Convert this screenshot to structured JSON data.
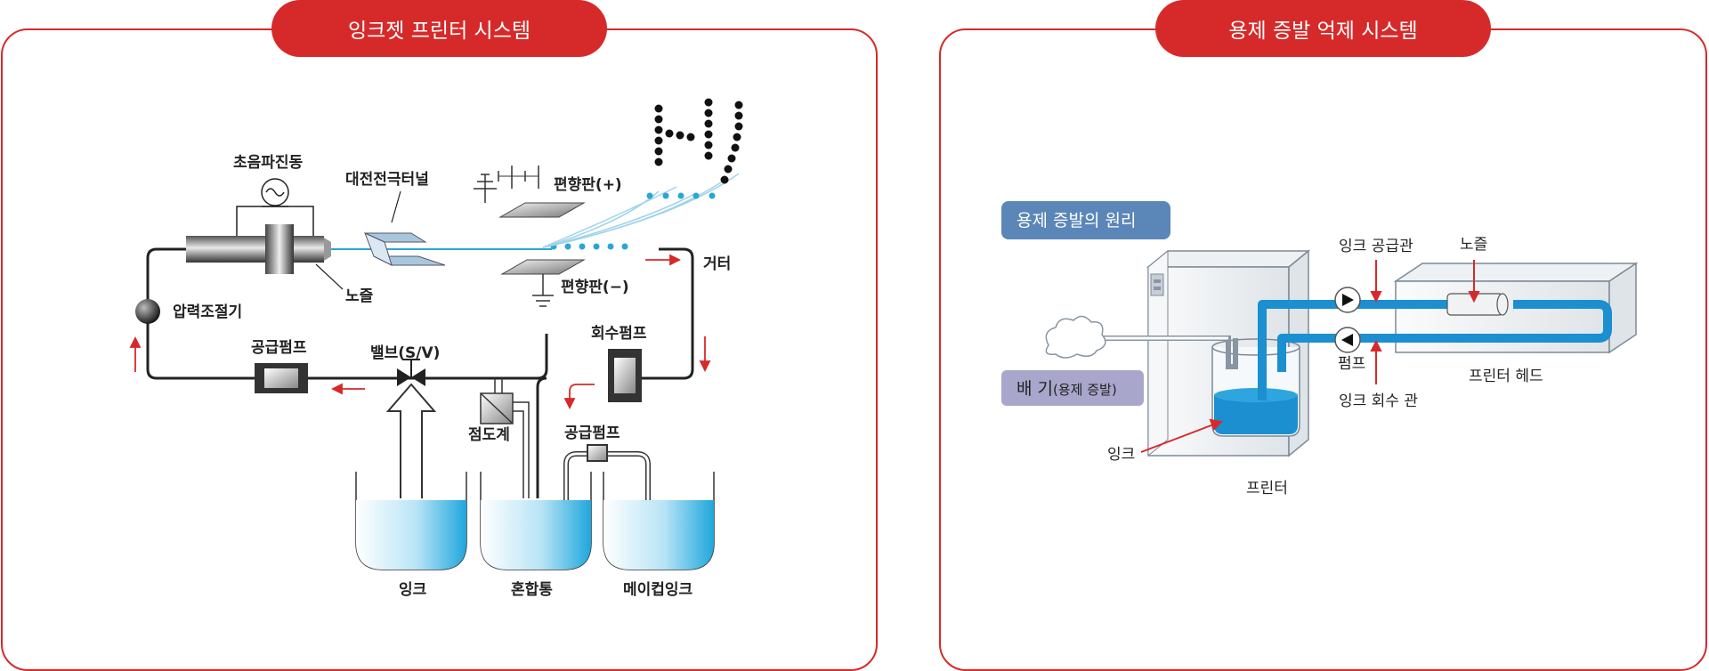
{
  "left_panel": {
    "title": "잉크젯 프린터 시스템",
    "labels": {
      "ultrasonic": "초음파진동",
      "charge_tunnel": "대전전극터널",
      "deflect_plus": "편향판(+)",
      "deflect_minus": "편향판(−)",
      "nozzle": "노즐",
      "gutter": "거터",
      "pressure_regulator": "압력조절기",
      "supply_pump": "공급펌프",
      "valve": "밸브(S/V)",
      "recovery_pump": "회수펌프",
      "viscometer": "점도계",
      "supply_pump_2": "공급펌프",
      "ink": "잉크",
      "mix_tank": "혼합통",
      "makeup_ink": "메이컵잉크"
    },
    "printed_letter": "H"
  },
  "right_panel": {
    "title": "용제 증발 억제 시스템",
    "labels": {
      "principle": "용제 증발의 원리",
      "exhaust_main": "배 기",
      "exhaust_sub": "(용제 증발)",
      "ink_supply_pipe": "잉크 공급관",
      "nozzle": "노즐",
      "pump": "펌프",
      "ink_return_pipe": "잉크 회수 관",
      "printer_head": "프린터 헤드",
      "ink": "잉크",
      "printer": "프린터"
    }
  },
  "colors": {
    "accent_red": "#d62a2a",
    "ink_blue": "#1f9fd6",
    "label_blue_bg": "#5b86b8",
    "label_purple_bg": "#a9a6cc"
  }
}
